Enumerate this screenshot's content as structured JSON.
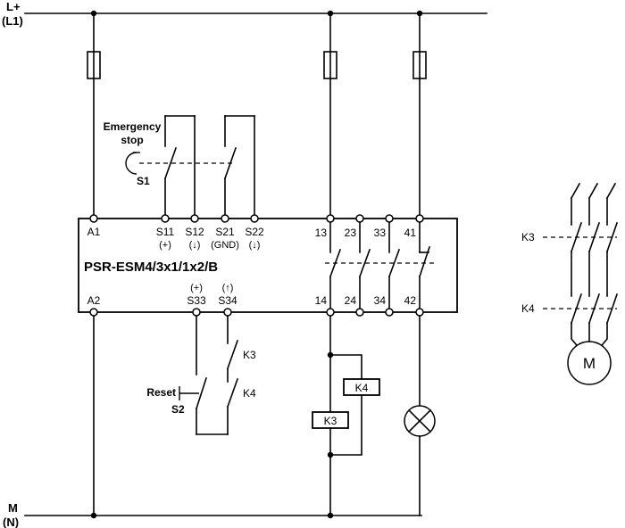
{
  "rails": {
    "top_label_1": "L+",
    "top_label_2": "(L1)",
    "bottom_label_1": "M",
    "bottom_label_2": "(N)"
  },
  "emergency_stop": {
    "label_line1": "Emergency",
    "label_line2": "stop",
    "switch": "S1"
  },
  "relay": {
    "title": "PSR-ESM4/3x1/1x2/B",
    "terminals_top": [
      {
        "id": "A1",
        "sub": ""
      },
      {
        "id": "S11",
        "sub": "(+)"
      },
      {
        "id": "S12",
        "sub": "(↓)"
      },
      {
        "id": "S21",
        "sub": "(GND)"
      },
      {
        "id": "S22",
        "sub": "(↓)"
      },
      {
        "id": "13",
        "sub": ""
      },
      {
        "id": "23",
        "sub": ""
      },
      {
        "id": "33",
        "sub": ""
      },
      {
        "id": "41",
        "sub": ""
      }
    ],
    "terminals_bottom": [
      {
        "id": "A2",
        "sub": ""
      },
      {
        "id": "S33",
        "sub": "(+)"
      },
      {
        "id": "S34",
        "sub": "(↑)"
      },
      {
        "id": "14",
        "sub": ""
      },
      {
        "id": "24",
        "sub": ""
      },
      {
        "id": "34",
        "sub": ""
      },
      {
        "id": "42",
        "sub": ""
      }
    ]
  },
  "reset": {
    "label": "Reset",
    "switch": "S2"
  },
  "feedback_contacts": {
    "k3": "K3",
    "k4": "K4"
  },
  "coils": {
    "k4": "K4",
    "k3": "K3"
  },
  "motor_circuit": {
    "k3": "K3",
    "k4": "K4",
    "motor": "M"
  }
}
